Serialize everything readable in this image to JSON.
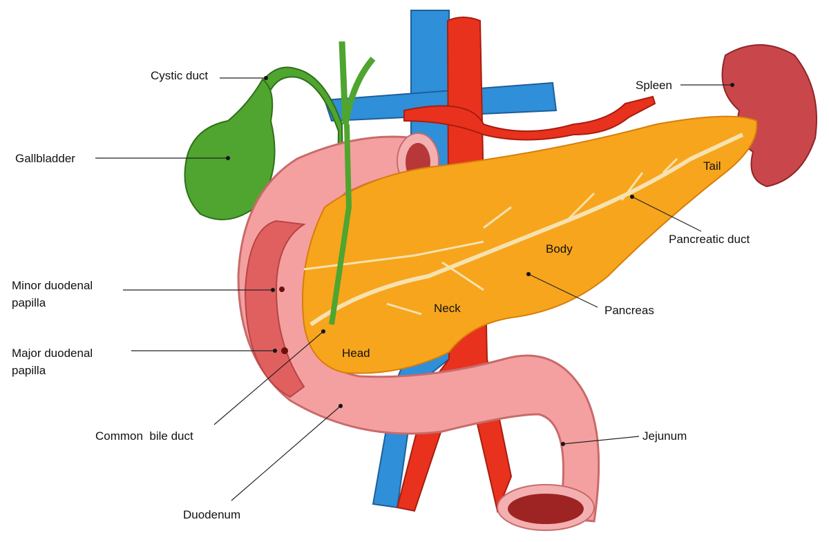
{
  "labels": {
    "cystic_duct": "Cystic duct",
    "gallbladder": "Gallbladder",
    "spleen": "Spleen",
    "tail": "Tail",
    "pancreatic_duct": "Pancreatic duct",
    "body": "Body",
    "pancreas": "Pancreas",
    "neck": "Neck",
    "head": "Head",
    "minor_papilla_1": "Minor duodenal",
    "minor_papilla_2": "papilla",
    "major_papilla_1": "Major duodenal",
    "major_papilla_2": "papilla",
    "common_bile_duct": "Common  bile duct",
    "duodenum": "Duodenum",
    "jejunum": "Jejunum"
  },
  "colors": {
    "vein": "#2f8fd8",
    "artery": "#e8321e",
    "gallbladder": "#4fa52f",
    "pancreas": "#f7a51c",
    "duodenum": "#f4a0a0",
    "spleen": "#c9474a",
    "duct": "#f6e2b0"
  }
}
